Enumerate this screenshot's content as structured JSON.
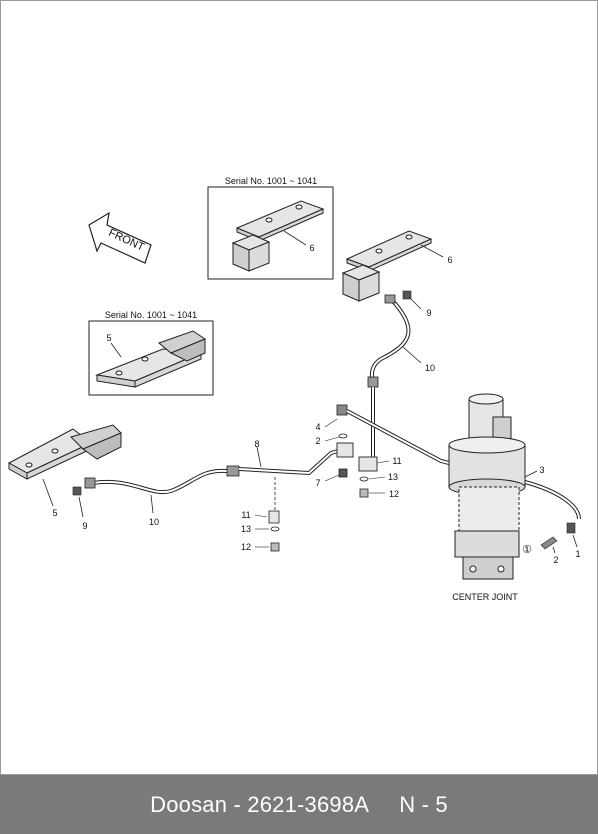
{
  "labels": {
    "serial_top": "Serial No. 1001 ~ 1041",
    "serial_left": "Serial No. 1001 ~ 1041",
    "front": "FRONT",
    "center_joint": "CENTER JOINT",
    "circled_one": "①",
    "parts": {
      "p1": "1",
      "p2a": "2",
      "p2b": "2",
      "p3": "3",
      "p4": "4",
      "p5a": "5",
      "p5b": "5",
      "p6a": "6",
      "p6b": "6",
      "p7": "7",
      "p8": "8",
      "p9a": "9",
      "p9b": "9",
      "p10a": "10",
      "p10b": "10",
      "p11a": "11",
      "p11b": "11",
      "p12a": "12",
      "p12b": "12",
      "p13a": "13",
      "p13b": "13"
    }
  },
  "footer": {
    "brand_part": "Doosan - 2621-3698A",
    "page": "N - 5"
  },
  "colors": {
    "footer_bg": "#7a7a7a",
    "line": "#222222",
    "fill": "#e6e6e6"
  }
}
